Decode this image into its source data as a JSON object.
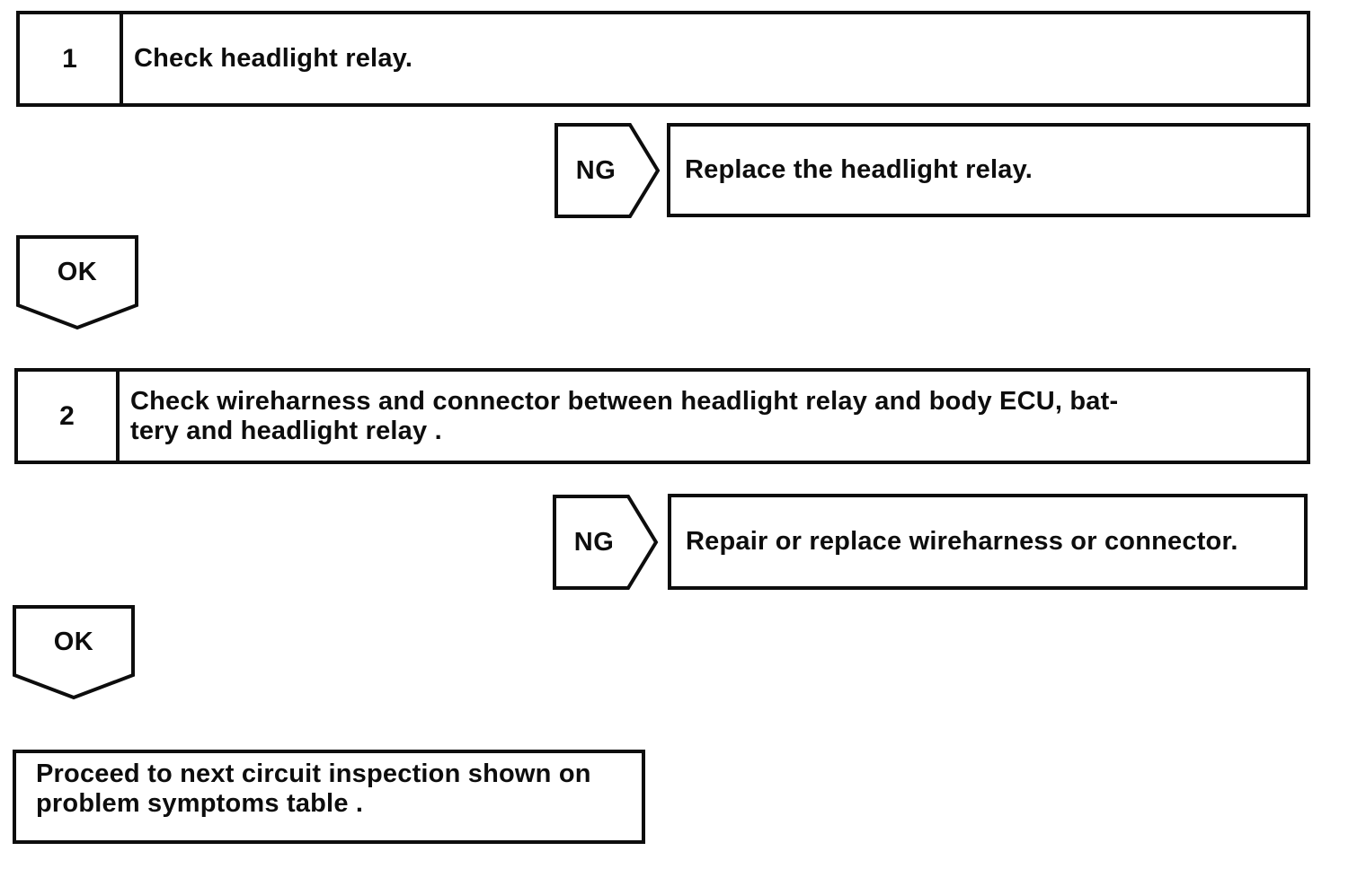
{
  "flowchart": {
    "steps": [
      {
        "number": "1",
        "instruction_lines": [
          "Check headlight relay."
        ],
        "ng": {
          "label": "NG",
          "result": "Replace the headlight relay."
        },
        "ok": {
          "label": "OK"
        }
      },
      {
        "number": "2",
        "instruction_lines": [
          "Check wireharness and connector between headlight relay and body ECU, bat-",
          "tery and headlight relay ."
        ],
        "ng": {
          "label": "NG",
          "result": "Repair or replace wireharness or connector."
        },
        "ok": {
          "label": "OK"
        }
      }
    ],
    "final_lines": [
      "Proceed to next circuit inspection shown on",
      "problem symptoms table ."
    ]
  },
  "colors": {
    "ink": "#0d0d0d",
    "background": "#ffffff"
  }
}
